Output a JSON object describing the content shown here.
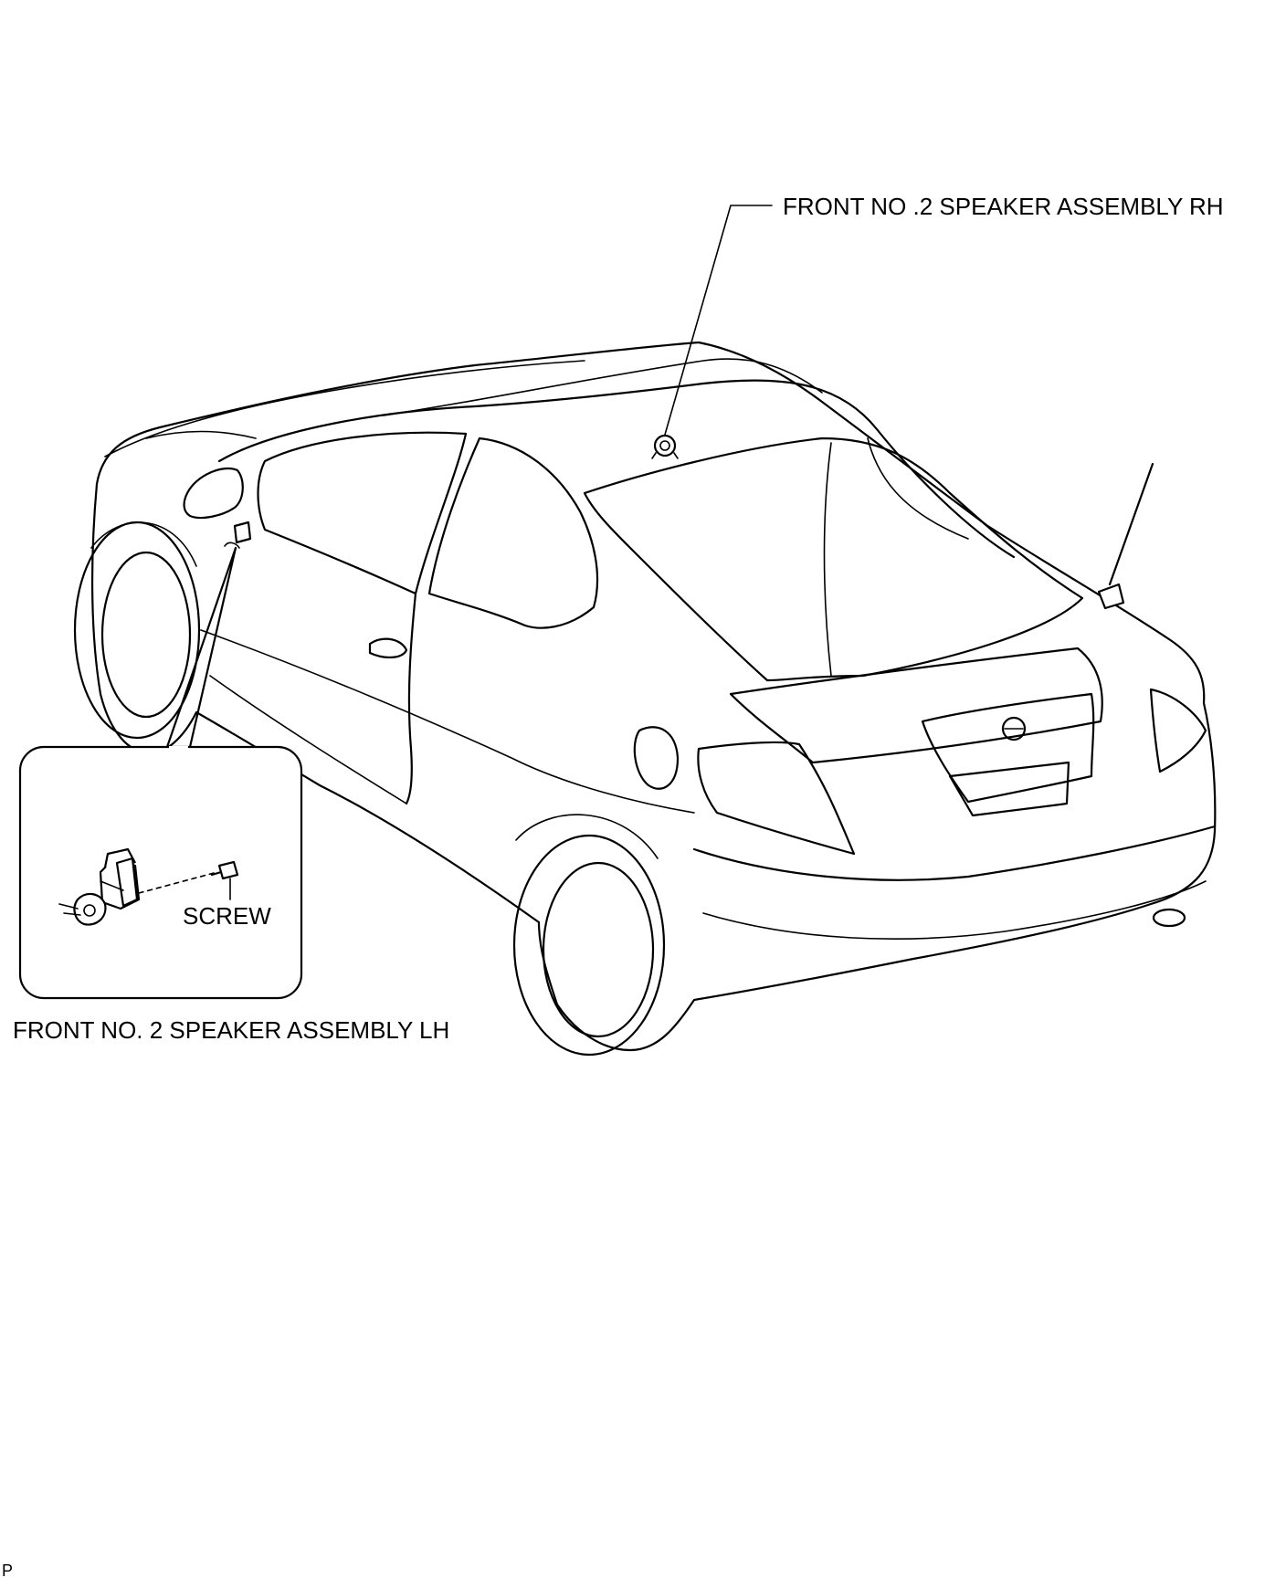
{
  "diagram": {
    "labels": {
      "speaker_rh": "FRONT NO .2 SPEAKER ASSEMBLY RH",
      "speaker_lh": "FRONT NO. 2 SPEAKER ASSEMBLY LH",
      "screw": "SCREW",
      "corner_code": "P"
    },
    "colors": {
      "line": "#000000",
      "background": "#ffffff"
    }
  }
}
